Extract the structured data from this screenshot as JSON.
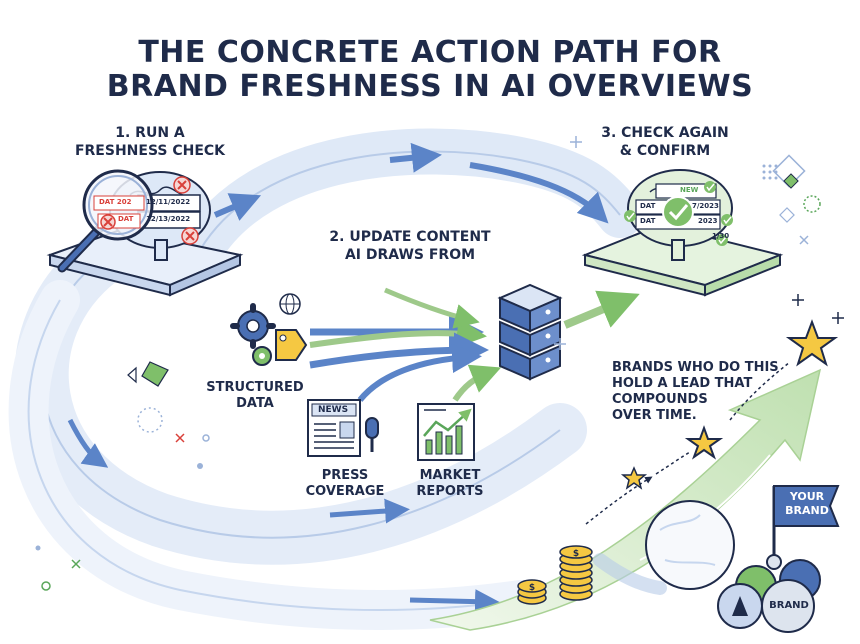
{
  "title": {
    "line1": "THE CONCRETE ACTION PATH FOR",
    "line2": "BRAND FRESHNESS IN AI OVERVIEWS"
  },
  "steps": [
    {
      "line1": "1. RUN A",
      "line2": "FRESHNESS CHECK"
    },
    {
      "line1": "2. UPDATE CONTENT",
      "line2": "AI DRAWS FROM"
    },
    {
      "line1": "3. CHECK AGAIN",
      "line2": "& CONFIRM"
    }
  ],
  "sources": {
    "structured": {
      "line1": "STRUCTURED",
      "line2": "DATA"
    },
    "press": {
      "line1": "PRESS",
      "line2": "COVERAGE",
      "newspaper_label": "NEWS"
    },
    "market": {
      "line1": "MARKET",
      "line2": "REPORTS"
    }
  },
  "old_dates": [
    {
      "prefix": "DAT 202",
      "date": "12/11/2022"
    },
    {
      "prefix": "DAT",
      "date": "12/13/2022"
    }
  ],
  "new_dates": [
    {
      "prefix": "NEW",
      "date": ""
    },
    {
      "prefix": "DAT",
      "date": "7/2023"
    },
    {
      "prefix": "DAT",
      "date": "2023"
    },
    {
      "prefix": "",
      "date": "1/30"
    }
  ],
  "compounding_note": [
    "BRANDS WHO DO THIS",
    "HOLD A LEAD THAT",
    "COMPOUNDS",
    "OVER TIME."
  ],
  "flag_label": [
    "YOUR",
    "BRAND"
  ],
  "ball_label": "BRAND",
  "colors": {
    "navy": "#1f2b4a",
    "blue_arrow": "#5b84c8",
    "light_blue": "#dfe9f7",
    "green": "#5aa65a",
    "light_green": "#dff0d8",
    "gold": "#f5c842",
    "red": "#d9403a"
  }
}
